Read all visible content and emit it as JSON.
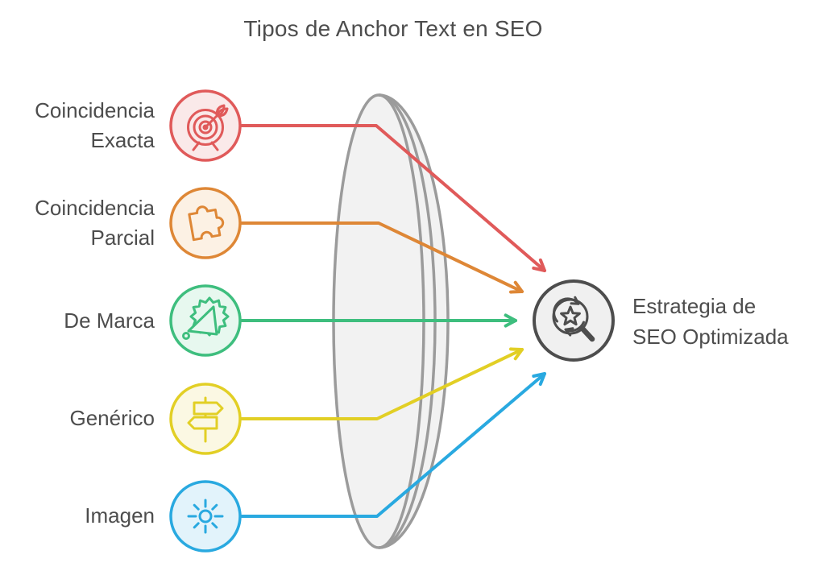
{
  "title": "Tipos de Anchor Text en SEO",
  "colors": {
    "text": "#4D4D4D",
    "background": "#FFFFFF"
  },
  "lens": {
    "stroke": "#9B9B9B",
    "fill": "#F2F2F2"
  },
  "items": [
    {
      "label": "Coincidencia Exacta",
      "line1": "Coincidencia",
      "line2": "Exacta",
      "icon": "target-icon",
      "color": "#E05A5A",
      "fill_color": "#FAE9E9"
    },
    {
      "label": "Coincidencia Parcial",
      "line1": "Coincidencia",
      "line2": "Parcial",
      "icon": "puzzle-icon",
      "color": "#DE8736",
      "fill_color": "#FCF1E4"
    },
    {
      "label": "De Marca",
      "line1": "De Marca",
      "icon": "megaphone-badge-icon",
      "color": "#3EBE7E",
      "fill_color": "#E7F8EF"
    },
    {
      "label": "Genérico",
      "line1": "Genérico",
      "icon": "signpost-icon",
      "color": "#E2CF25",
      "fill_color": "#FBF8E3"
    },
    {
      "label": "Imagen",
      "line1": "Imagen",
      "icon": "sun-icon",
      "color": "#29A9E0",
      "fill_color": "#E2F3FB"
    }
  ],
  "result": {
    "label": "Estrategia de SEO Optimizada",
    "line1": "Estrategia de",
    "line2": "SEO Optimizada",
    "icon": "magnifier-star-refresh-icon",
    "color": "#4D4D4D",
    "fill_color": "#F0F0F0"
  }
}
